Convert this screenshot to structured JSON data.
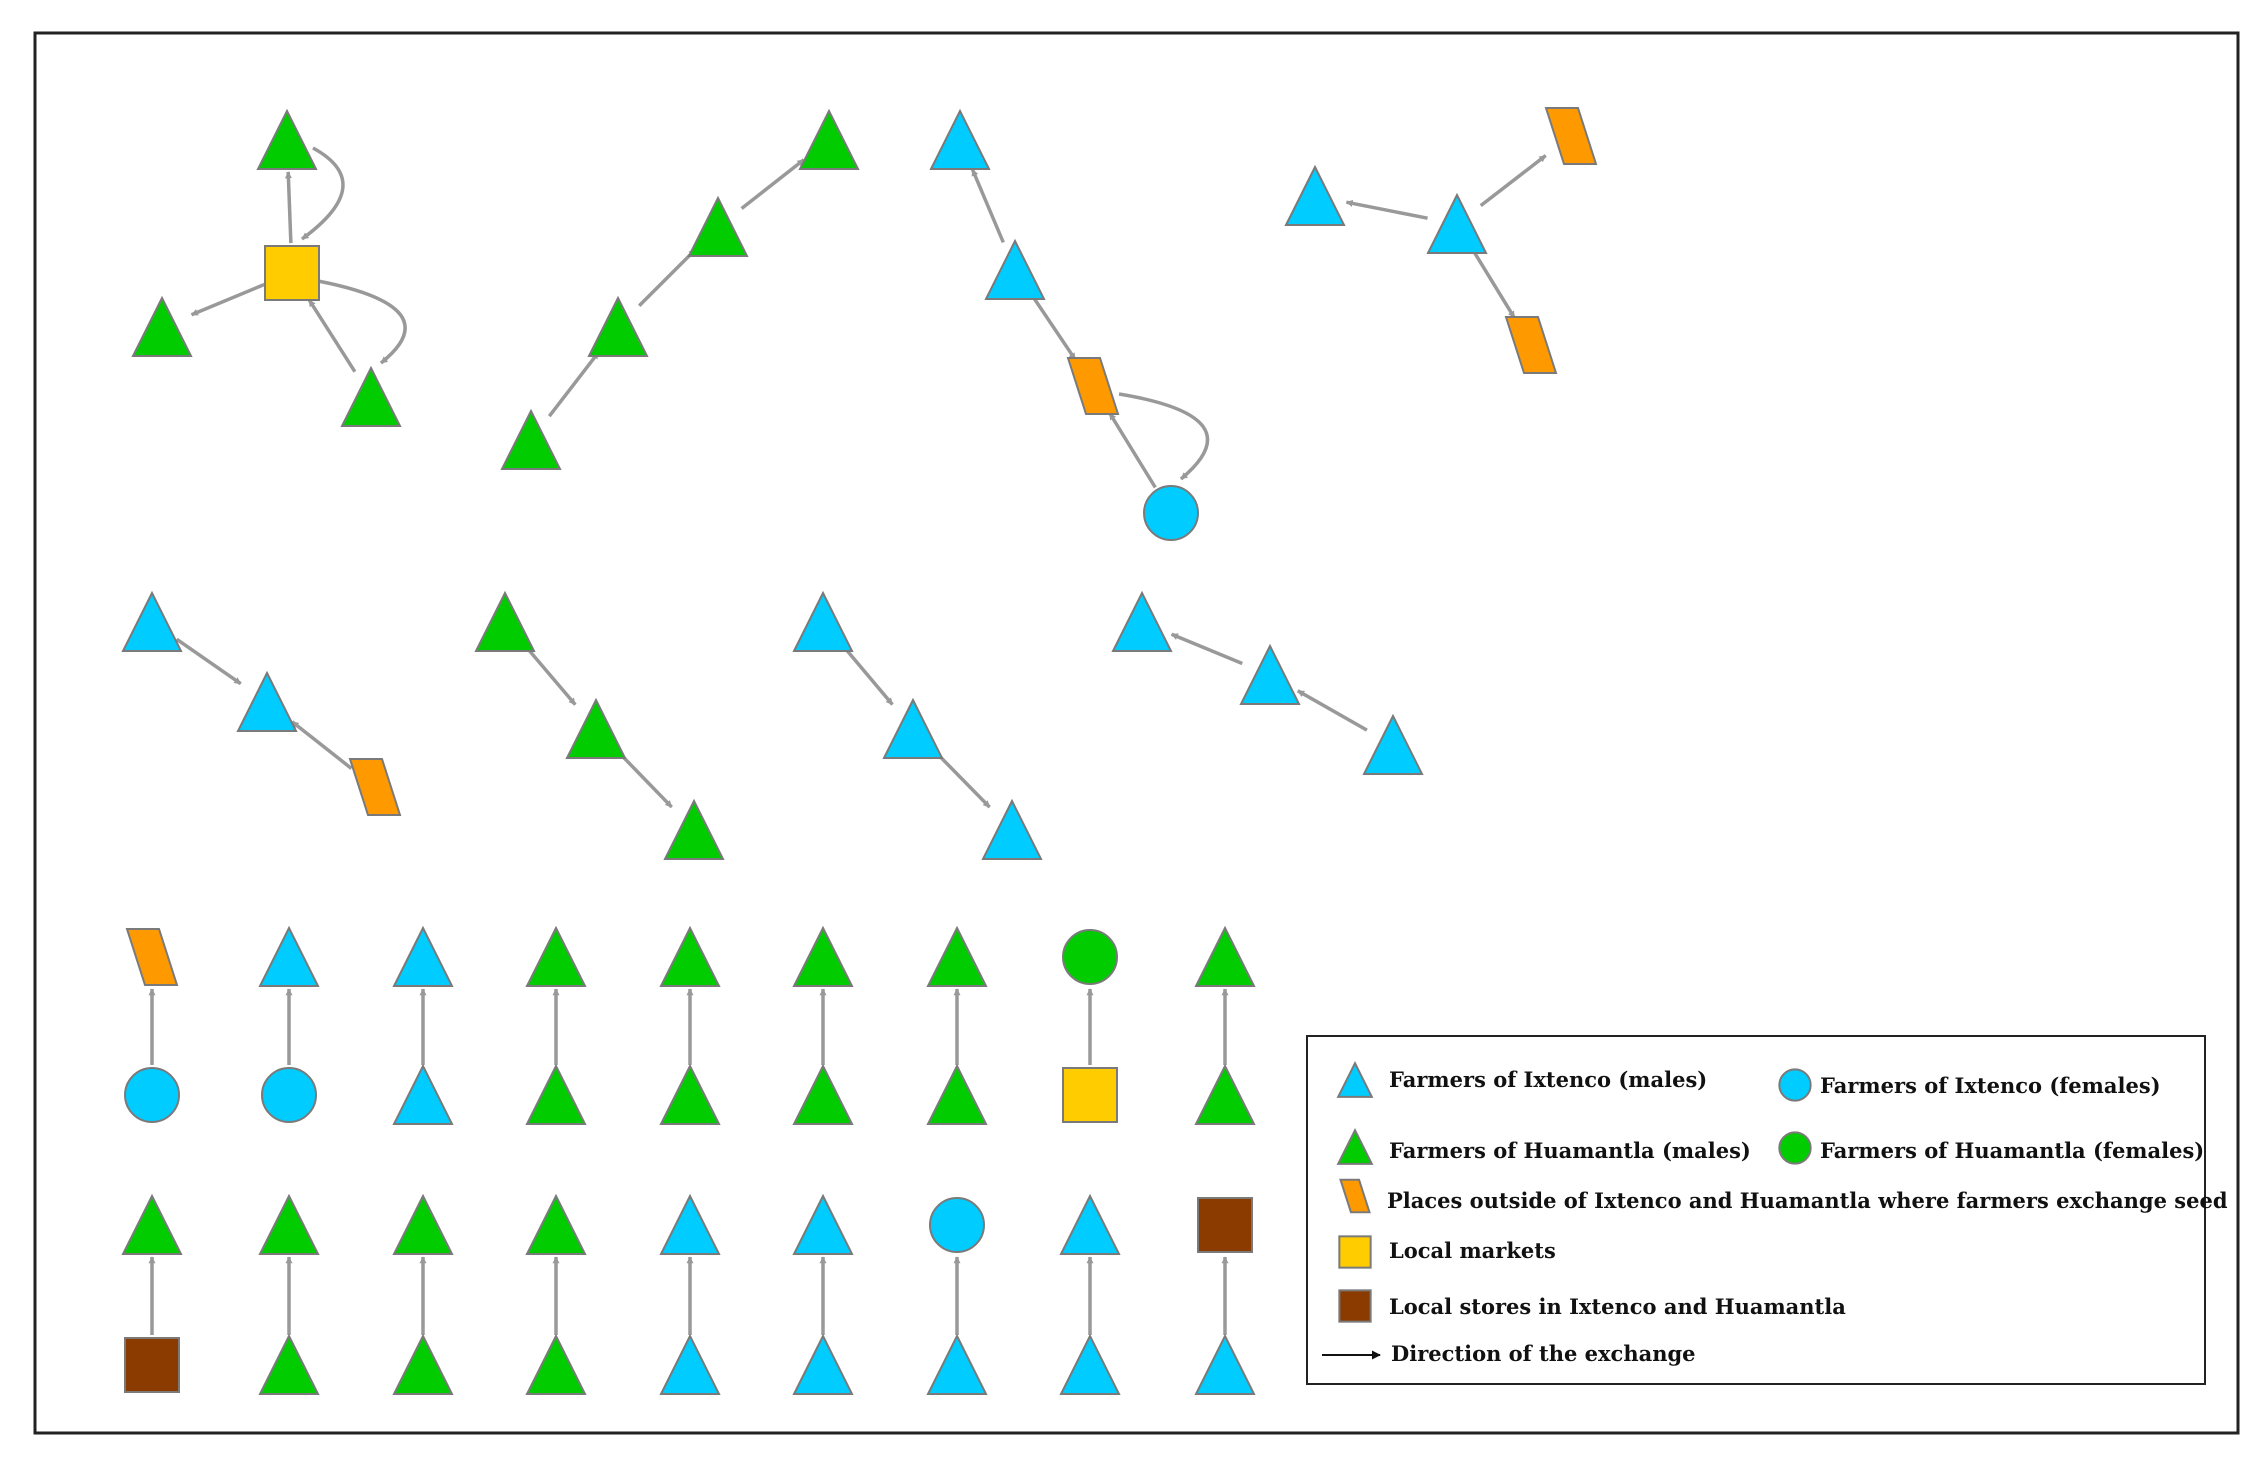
{
  "colors": {
    "ixtenco": "#00CCFF",
    "huamantla": "#00CC00",
    "outside_place": "#FF9900",
    "local_market": "#FFCC00",
    "local_store": "#8B3A00",
    "edge": "#999999",
    "node_stroke": "#7a7a7a"
  },
  "node_types": {
    "IM": {
      "shape": "triangle",
      "color_key": "ixtenco"
    },
    "IF": {
      "shape": "circle",
      "color_key": "ixtenco"
    },
    "HM": {
      "shape": "triangle",
      "color_key": "huamantla"
    },
    "HF": {
      "shape": "circle",
      "color_key": "huamantla"
    },
    "P": {
      "shape": "parallelogram",
      "color_key": "outside_place"
    },
    "M": {
      "shape": "square",
      "color_key": "local_market"
    },
    "S": {
      "shape": "square",
      "color_key": "local_store"
    }
  },
  "legend": {
    "items": [
      {
        "type": "IM",
        "label": "Farmers of Ixtenco (males)"
      },
      {
        "type": "IF",
        "label": "Farmers of Ixtenco (females)"
      },
      {
        "type": "HM",
        "label": "Farmers of Huamantla (males)"
      },
      {
        "type": "HF",
        "label": "Farmers of Huamantla (females)"
      },
      {
        "type": "P",
        "label": "Places outside of Ixtenco and Huamantla where farmers exchange seed"
      },
      {
        "type": "M",
        "label": "Local markets"
      },
      {
        "type": "S",
        "label": "Local stores in Ixtenco and Huamantla"
      },
      {
        "type": "arrow",
        "label": "Direction of the exchange"
      }
    ]
  }
}
